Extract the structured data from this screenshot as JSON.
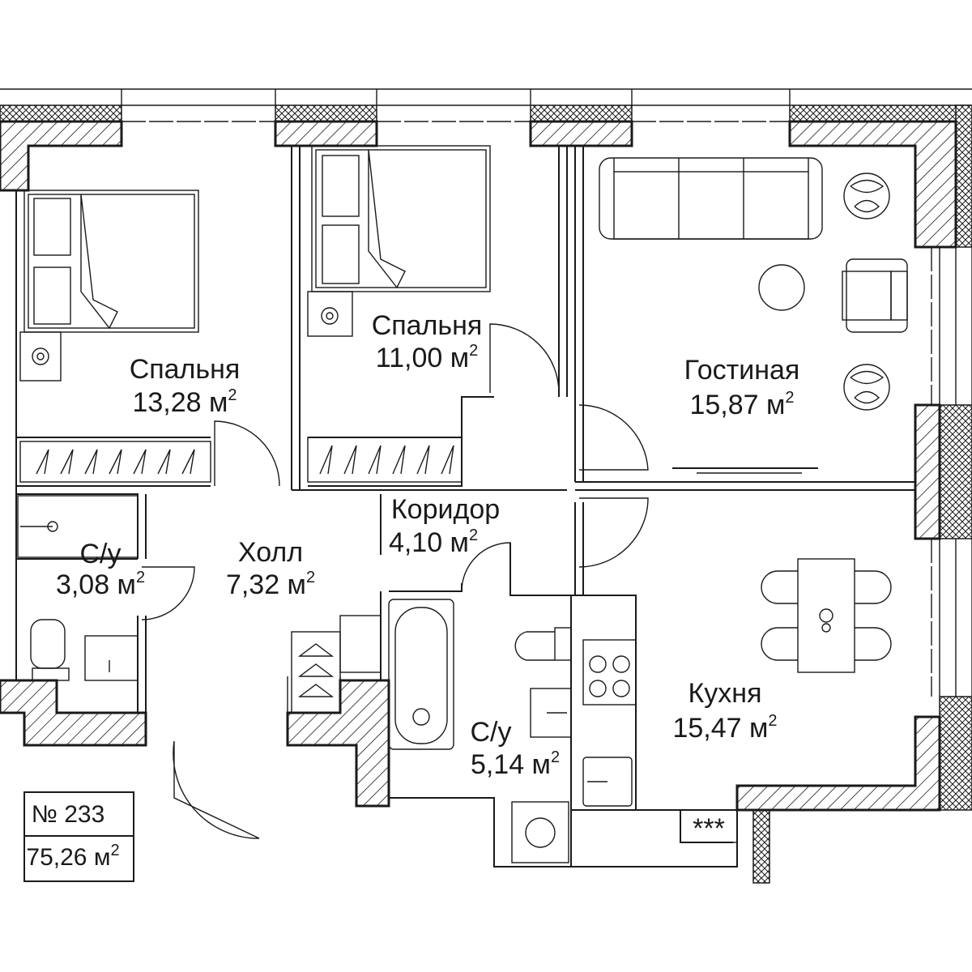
{
  "rooms": [
    {
      "id": "bedroom-1",
      "name": "Спальня",
      "area": "13,28 м",
      "unit_power": "2"
    },
    {
      "id": "bedroom-2",
      "name": "Спальня",
      "area": "11,00 м",
      "unit_power": "2"
    },
    {
      "id": "living",
      "name": "Гостиная",
      "area": "15,87 м",
      "unit_power": "2"
    },
    {
      "id": "corridor",
      "name": "Коридор",
      "area": "4,10 м",
      "unit_power": "2"
    },
    {
      "id": "hall",
      "name": "Холл",
      "area": "7,32 м",
      "unit_power": "2"
    },
    {
      "id": "bath-1",
      "name": "С/у",
      "area": "3,08 м",
      "unit_power": "2"
    },
    {
      "id": "bath-2",
      "name": "С/у",
      "area": "5,14 м",
      "unit_power": "2"
    },
    {
      "id": "kitchen",
      "name": "Кухня",
      "area": "15,47 м",
      "unit_power": "2"
    }
  ],
  "apartment": {
    "number": "№ 233",
    "area": "75,26 м",
    "unit_power": "2"
  },
  "vent_label": "***"
}
